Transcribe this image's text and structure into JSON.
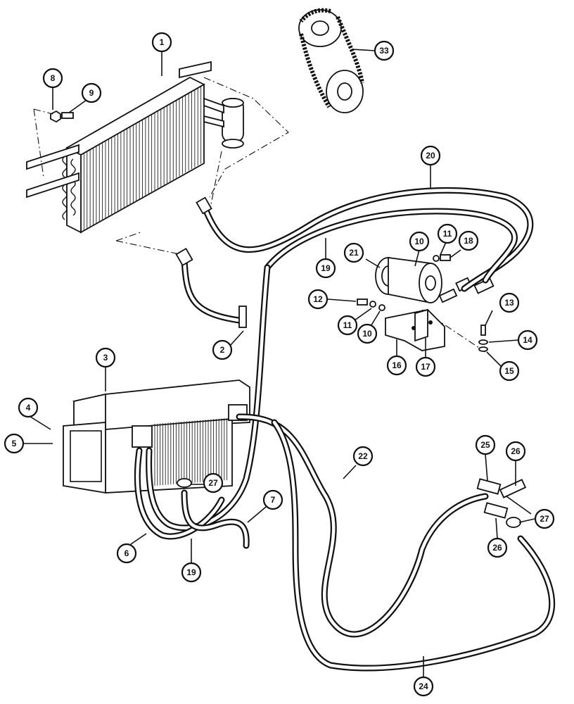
{
  "diagram": {
    "callouts": [
      {
        "id": "c1",
        "label": "1"
      },
      {
        "id": "c2",
        "label": "2"
      },
      {
        "id": "c3",
        "label": "3"
      },
      {
        "id": "c4",
        "label": "4"
      },
      {
        "id": "c5",
        "label": "5"
      },
      {
        "id": "c6",
        "label": "6"
      },
      {
        "id": "c7",
        "label": "7"
      },
      {
        "id": "c8",
        "label": "8"
      },
      {
        "id": "c9",
        "label": "9"
      },
      {
        "id": "c10a",
        "label": "10"
      },
      {
        "id": "c10b",
        "label": "10"
      },
      {
        "id": "c11a",
        "label": "11"
      },
      {
        "id": "c11b",
        "label": "11"
      },
      {
        "id": "c12",
        "label": "12"
      },
      {
        "id": "c13",
        "label": "13"
      },
      {
        "id": "c14",
        "label": "14"
      },
      {
        "id": "c15",
        "label": "15"
      },
      {
        "id": "c16",
        "label": "16"
      },
      {
        "id": "c17",
        "label": "17"
      },
      {
        "id": "c18",
        "label": "18"
      },
      {
        "id": "c19a",
        "label": "19"
      },
      {
        "id": "c19b",
        "label": "19"
      },
      {
        "id": "c20",
        "label": "20"
      },
      {
        "id": "c21",
        "label": "21"
      },
      {
        "id": "c22",
        "label": "22"
      },
      {
        "id": "c24",
        "label": "24"
      },
      {
        "id": "c25",
        "label": "25"
      },
      {
        "id": "c26a",
        "label": "26"
      },
      {
        "id": "c26b",
        "label": "26"
      },
      {
        "id": "c27a",
        "label": "27"
      },
      {
        "id": "c27b",
        "label": "27"
      },
      {
        "id": "c33",
        "label": "33"
      }
    ]
  }
}
